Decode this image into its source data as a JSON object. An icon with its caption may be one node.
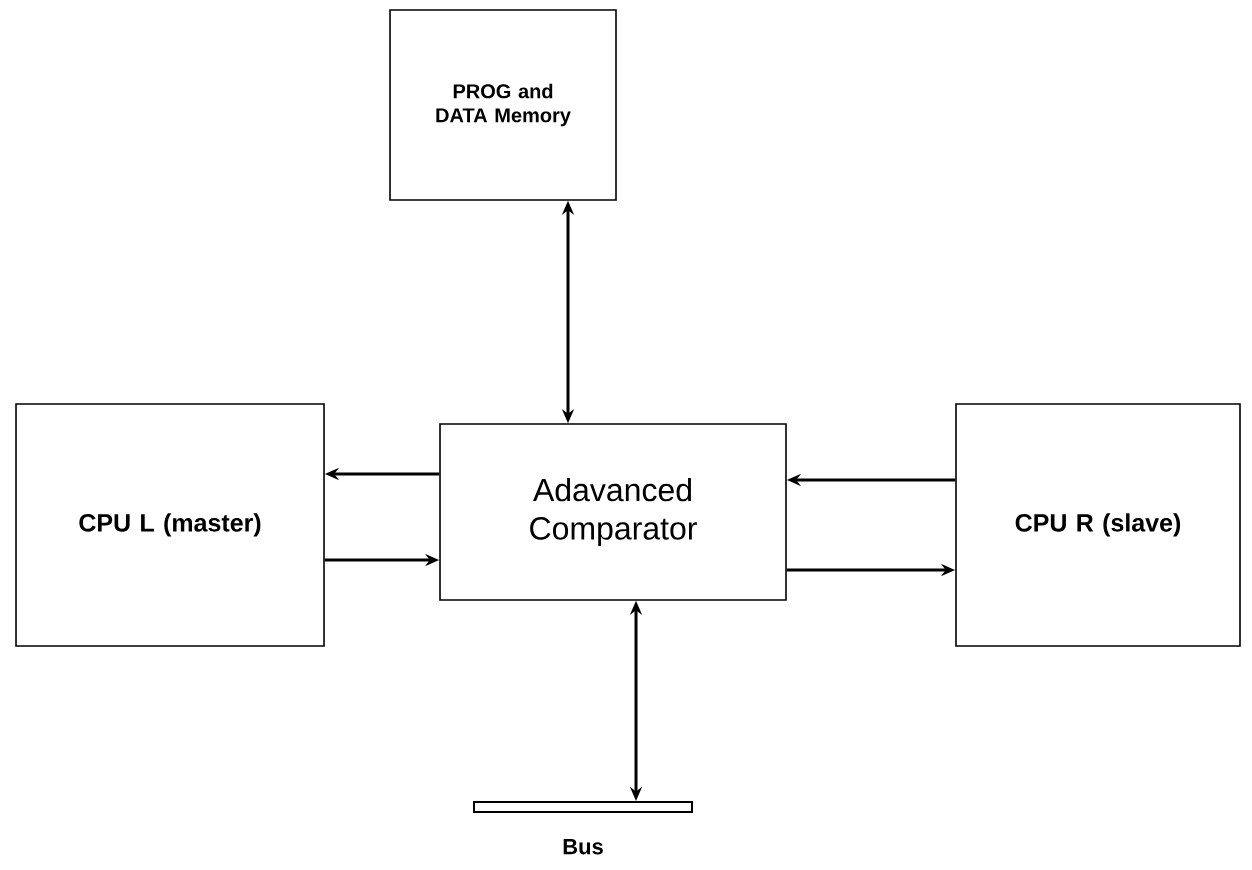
{
  "diagram": {
    "nodes": [
      {
        "text": [
          "PROG and DATA Memory"
        ]
      },
      {
        "text": [
          "CPU L (master)"
        ]
      },
      {
        "text": [
          "Adavanced Comparator"
        ]
      },
      {
        "text": [
          "CPU R (slave)"
        ]
      },
      {
        "text": [
          "Bus"
        ]
      }
    ],
    "edges": [
      {
        "from": 0,
        "to": 2,
        "arrow": "both"
      },
      {
        "from": 2,
        "to": 1,
        "arrow": "to"
      },
      {
        "from": 1,
        "to": 2,
        "arrow": "to"
      },
      {
        "from": 3,
        "to": 2,
        "arrow": "to"
      },
      {
        "from": 2,
        "to": 3,
        "arrow": "to"
      },
      {
        "from": 2,
        "to": 4,
        "arrow": "both"
      }
    ]
  }
}
